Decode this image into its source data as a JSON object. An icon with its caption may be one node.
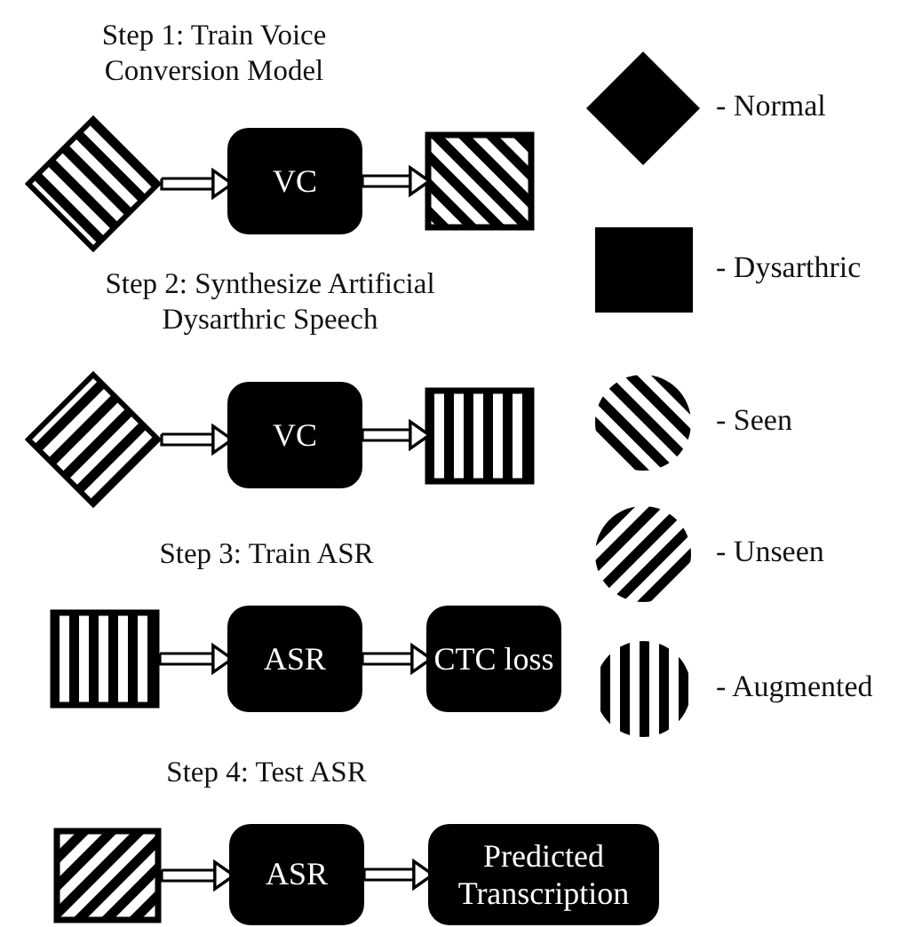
{
  "diagram": {
    "nodes": [
      {
        "text": [],
        "shape": "diamond"
      },
      {
        "text": [
          "VC"
        ]
      },
      {
        "text": [],
        "shape": "box"
      },
      {
        "text": [],
        "shape": "diamond"
      },
      {
        "text": [
          "VC"
        ]
      },
      {
        "text": [],
        "shape": "box"
      },
      {
        "text": [],
        "shape": "box"
      },
      {
        "text": [
          "ASR"
        ]
      },
      {
        "text": [
          "CTC loss"
        ]
      },
      {
        "text": [],
        "shape": "box"
      },
      {
        "text": [
          "ASR"
        ]
      },
      {
        "text": [
          "Predicted Transcription"
        ]
      }
    ],
    "edges": [
      {
        "from": 0,
        "to": 1,
        "arrow": "to"
      },
      {
        "from": 1,
        "to": 2,
        "arrow": "to"
      },
      {
        "from": 3,
        "to": 4,
        "arrow": "to"
      },
      {
        "from": 4,
        "to": 5,
        "arrow": "to"
      },
      {
        "from": 6,
        "to": 7,
        "arrow": "to"
      },
      {
        "from": 7,
        "to": 8,
        "arrow": "to"
      },
      {
        "from": 9,
        "to": 10,
        "arrow": "to"
      },
      {
        "from": 10,
        "to": 11,
        "arrow": "to"
      }
    ],
    "labels": [
      "Step 1: Train Voice Conversion Model",
      "Step 2: Synthesize Artificial Dysarthric Speech",
      "Step 3: Train ASR",
      "Step 4: Test ASR"
    ],
    "legend": [
      {
        "text": "- Normal"
      },
      {
        "text": "- Dysarthric"
      },
      {
        "text": "- Seen"
      },
      {
        "text": "- Unseen"
      },
      {
        "text": "- Augmented"
      }
    ]
  }
}
